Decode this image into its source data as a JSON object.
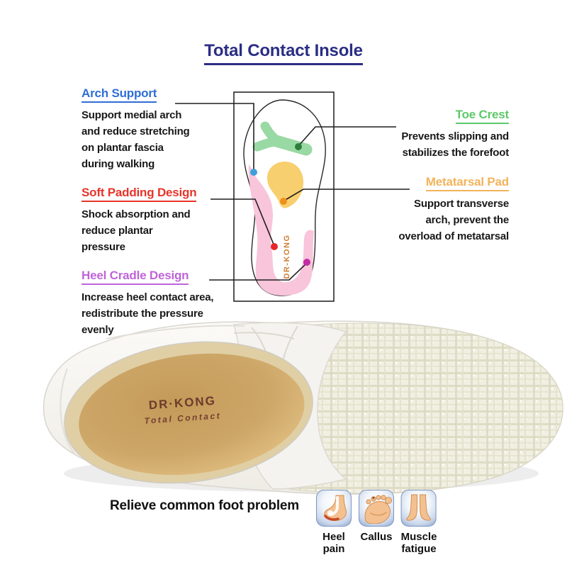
{
  "title": "Total Contact Insole",
  "features": {
    "arch_support": {
      "label": "Arch Support",
      "description": "Support medial arch\nand reduce stretching\non plantar fascia\nduring walking",
      "accent": "#2f6ed6"
    },
    "soft_padding": {
      "label": "Soft Padding Design",
      "description": "Shock absorption and\nreduce plantar\npressure",
      "accent": "#e6352b"
    },
    "heel_cradle": {
      "label": "Heel Cradle Design",
      "description": "Increase heel contact area,\nredistribute the pressure\nevenly",
      "accent": "#bf64d9"
    },
    "toe_crest": {
      "label": "Toe Crest",
      "description": "Prevents slipping and\nstabilizes the forefoot",
      "accent": "#5cc96a"
    },
    "metatarsal_pad": {
      "label": "Metatarsal Pad",
      "description": "Support transverse\narch, prevent the\noverload of metatarsal",
      "accent": "#f2b35c"
    }
  },
  "diagram": {
    "insole_brand_vertical": "DR-KONG",
    "region_colors": {
      "toe_crest": "#99d9a3",
      "metatarsal_pad": "#f8cf6e",
      "padding_and_heel": "#f8c5da"
    },
    "marker_colors": {
      "arch_support": "#3f9fd8",
      "toe_crest": "#2e7d3c",
      "metatarsal_pad": "#ef8f1c",
      "soft_padding": "#e62628",
      "heel_cradle": "#c32ba4"
    }
  },
  "shoe": {
    "brand": "DR·KONG",
    "collection": "Total Contact"
  },
  "footer": {
    "heading": "Relieve common foot problem",
    "problems": [
      {
        "icon": "heel-pain-icon",
        "label": "Heel\npain"
      },
      {
        "icon": "callus-icon",
        "label": "Callus"
      },
      {
        "icon": "muscle-fatigue-icon",
        "label": "Muscle\nfatigue"
      }
    ]
  }
}
